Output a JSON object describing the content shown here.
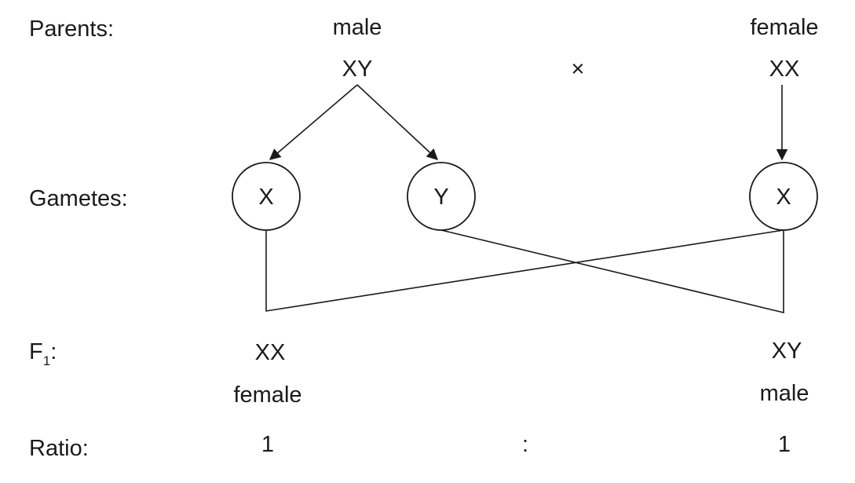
{
  "rows": {
    "parents": "Parents:",
    "gametes": "Gametes:",
    "f1_letter": "F",
    "f1_subscript": "1",
    "f1_colon": ":",
    "ratio": "Ratio:"
  },
  "parents": {
    "male_label": "male",
    "male_genotype": "XY",
    "cross_symbol": "×",
    "female_label": "female",
    "female_genotype": "XX"
  },
  "gametes": {
    "male_x": "X",
    "male_y": "Y",
    "female_x": "X"
  },
  "offspring": {
    "left_genotype": "XX",
    "left_sex": "female",
    "right_genotype": "XY",
    "right_sex": "male"
  },
  "ratio": {
    "left": "1",
    "separator": ":",
    "right": "1"
  }
}
